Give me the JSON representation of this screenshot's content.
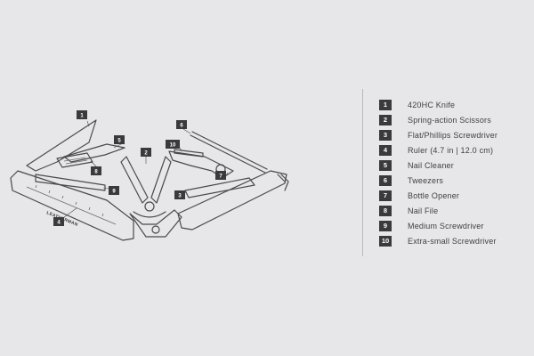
{
  "diagram": {
    "brand_text": "LEATHERMAN",
    "callouts": [
      {
        "num": "1"
      },
      {
        "num": "2"
      },
      {
        "num": "3"
      },
      {
        "num": "4"
      },
      {
        "num": "5"
      },
      {
        "num": "6"
      },
      {
        "num": "7"
      },
      {
        "num": "8"
      },
      {
        "num": "9"
      },
      {
        "num": "10"
      }
    ]
  },
  "legend": {
    "items": [
      {
        "num": "1",
        "label": "420HC Knife"
      },
      {
        "num": "2",
        "label": "Spring-action Scissors"
      },
      {
        "num": "3",
        "label": "Flat/Phillips Screwdriver"
      },
      {
        "num": "4",
        "label": "Ruler (4.7 in | 12.0 cm)"
      },
      {
        "num": "5",
        "label": "Nail Cleaner"
      },
      {
        "num": "6",
        "label": "Tweezers"
      },
      {
        "num": "7",
        "label": "Bottle Opener"
      },
      {
        "num": "8",
        "label": "Nail File"
      },
      {
        "num": "9",
        "label": "Medium Screwdriver"
      },
      {
        "num": "10",
        "label": "Extra-small Screwdriver"
      }
    ]
  },
  "colors": {
    "background": "#e7e7e9",
    "badge": "#3a3a3c",
    "line": "#4a4a4c"
  }
}
